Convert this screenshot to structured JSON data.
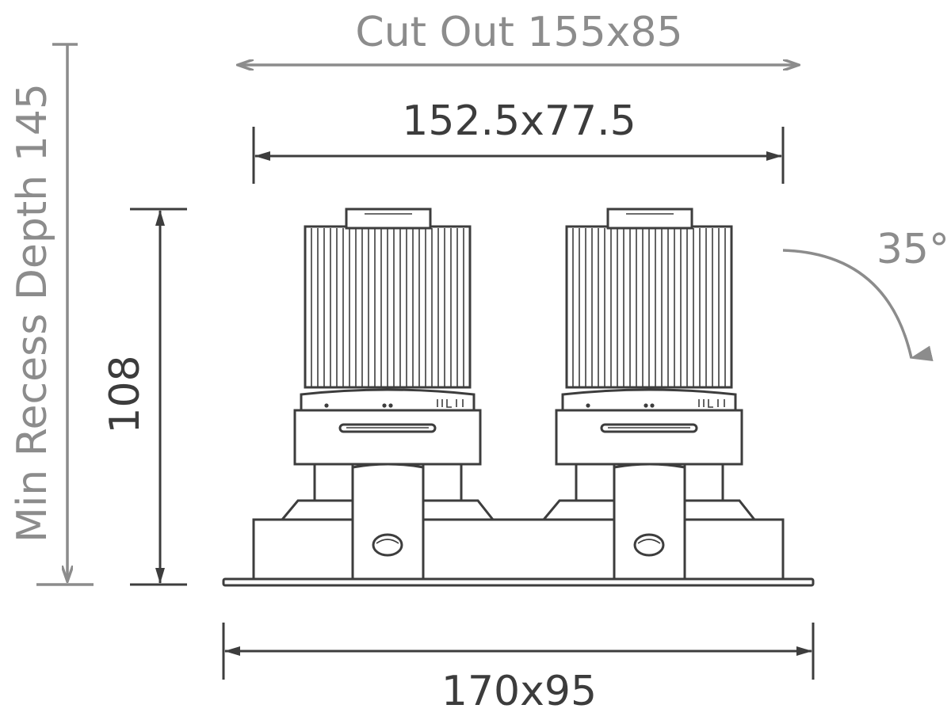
{
  "dimensions": {
    "cut_out": "Cut Out 155x85",
    "inner_width": "152.5x77.5",
    "overall_width": "170x95",
    "height": "108",
    "min_recess_depth": "Min Recess Depth 145",
    "tilt_angle": "35°"
  },
  "colors": {
    "primary_line": "#3d3d3d",
    "secondary_line": "#8c8c8c",
    "background": "#ffffff"
  }
}
